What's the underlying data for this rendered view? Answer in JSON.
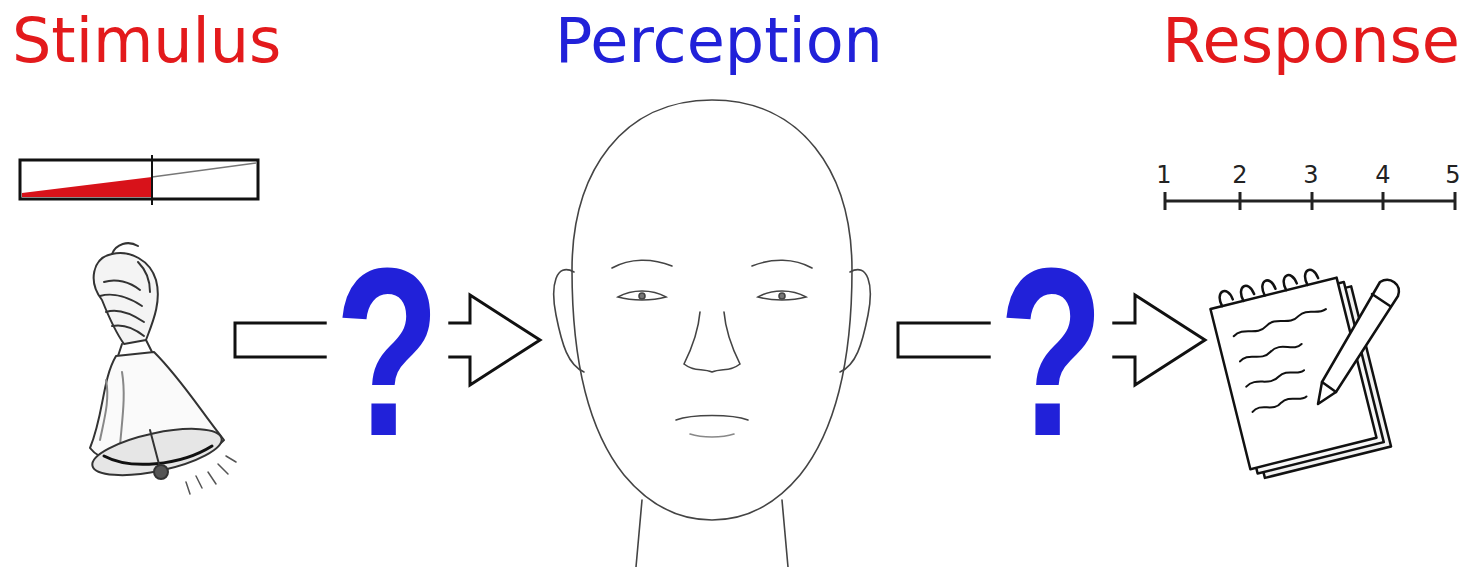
{
  "diagram": {
    "nodes": [
      {
        "text": [
          "Stimulus"
        ]
      },
      {
        "text": [
          "Perception"
        ]
      },
      {
        "text": [
          "Response"
        ]
      }
    ],
    "edges": [
      {
        "from": 0,
        "to": 1,
        "arrow": "to",
        "label": "?"
      },
      {
        "from": 1,
        "to": 2,
        "arrow": "to",
        "label": "?"
      }
    ],
    "labels": [
      "1",
      "2",
      "3",
      "4",
      "5"
    ]
  }
}
